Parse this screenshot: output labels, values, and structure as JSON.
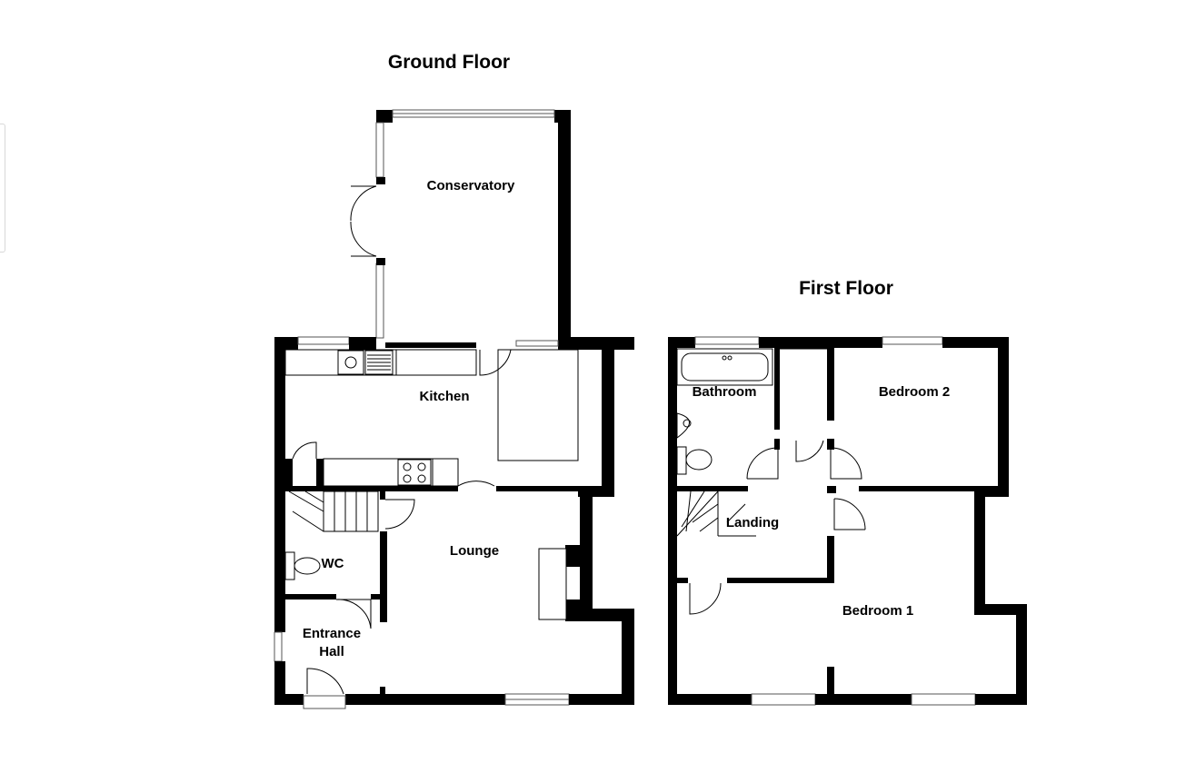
{
  "floors": {
    "ground": {
      "title": "Ground Floor",
      "rooms": {
        "conservatory": "Conservatory",
        "kitchen": "Kitchen",
        "lounge": "Lounge",
        "wc": "WC",
        "entrance_hall_line1": "Entrance",
        "entrance_hall_line2": "Hall"
      }
    },
    "first": {
      "title": "First Floor",
      "rooms": {
        "bathroom": "Bathroom",
        "bedroom2": "Bedroom 2",
        "landing": "Landing",
        "bedroom1": "Bedroom 1"
      }
    }
  },
  "colors": {
    "wall": "#000000",
    "background": "#ffffff"
  }
}
